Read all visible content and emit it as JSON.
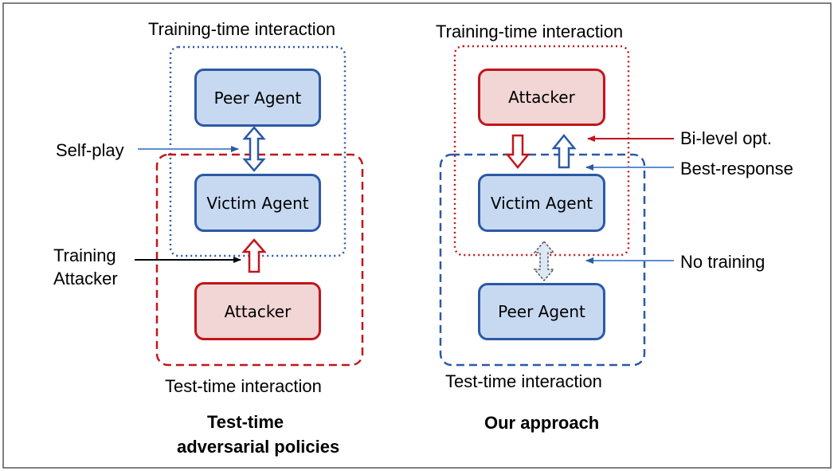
{
  "colors": {
    "blue": "#2b59a6",
    "blue_fill": "#c7d9f1",
    "red": "#c0161c",
    "red_fill": "#f2d5d5",
    "light_fill": "#dce8f5",
    "frame": "#555555",
    "arrow_black": "#000000"
  },
  "left": {
    "training_caption": "Training-time interaction",
    "test_caption": "Test-time interaction",
    "title_line1": "Test-time",
    "title_line2": "adversarial policies",
    "peer_agent": "Peer Agent",
    "victim_agent": "Victim Agent",
    "attacker": "Attacker",
    "self_play": "Self-play",
    "training_attacker_line1": "Training",
    "training_attacker_line2": "Attacker"
  },
  "right": {
    "training_caption": "Training-time interaction",
    "test_caption": "Test-time interaction",
    "title": "Our approach",
    "attacker": "Attacker",
    "victim_agent": "Victim Agent",
    "peer_agent": "Peer Agent",
    "bilevel": "Bi-level opt.",
    "best_response": "Best-response",
    "no_training": "No training"
  }
}
